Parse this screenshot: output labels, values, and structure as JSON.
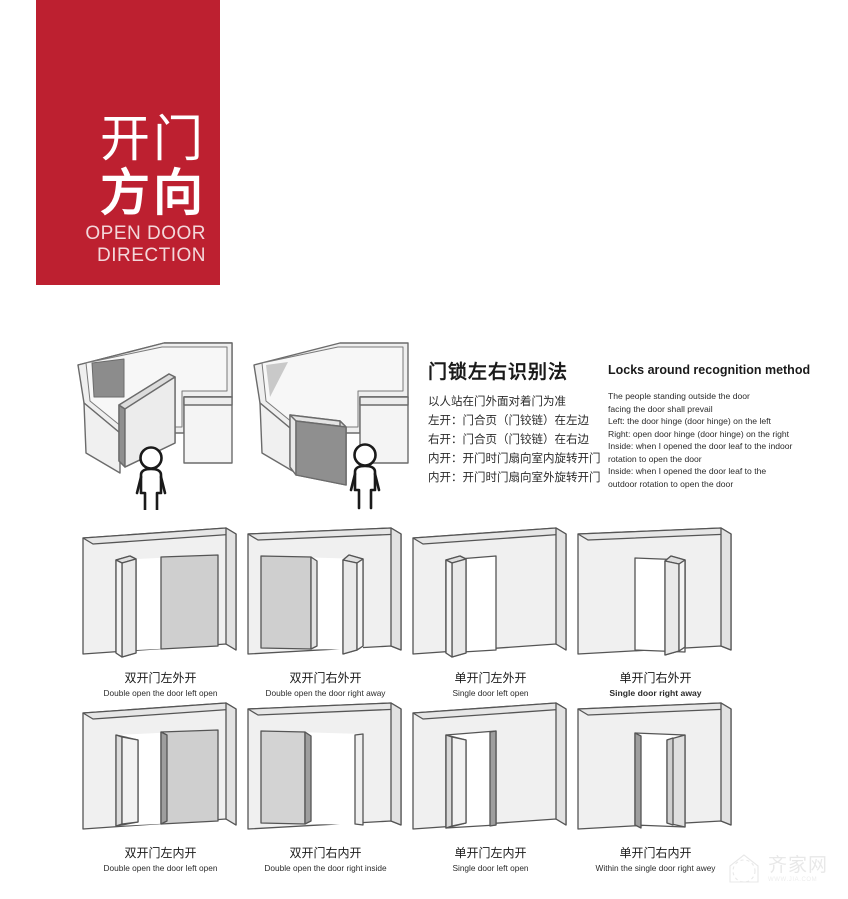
{
  "banner": {
    "title_cn_line1": "开门",
    "title_cn_line2": "方向",
    "title_en_line1": "OPEN DOOR",
    "title_en_line2": "DIRECTION",
    "background_color": "#bd2030",
    "text_color": "#ffffff"
  },
  "legend_cn": {
    "heading": "门锁左右识别法",
    "lines": [
      "以人站在门外面对着门为准",
      "左开：门合页（门铰链）在左边",
      "右开：门合页（门铰链）在右边",
      "内开：开门时门扇向室内旋转开门",
      "内开：开门时门扇向室外旋转开门"
    ]
  },
  "legend_en": {
    "heading": "Locks around  recognition method",
    "lines": [
      "The people standing outside the door",
      "facing the door shall prevail",
      "Left: the door hinge (door hinge) on the left",
      "Right: open door hinge (door hinge) on the right",
      "Inside: when I opened the door leaf to the indoor",
      "rotation to open the door",
      "Inside: when I opened the door leaf to the",
      "outdoor rotation to open the door"
    ]
  },
  "scenes": [
    {
      "name": "left-hinge-outward-scene",
      "alt": "room with door opening outward hinged on left, person standing outside"
    },
    {
      "name": "right-hinge-outward-scene",
      "alt": "room with door opening outward hinged on right, person standing outside"
    }
  ],
  "doors": {
    "row_outward": [
      {
        "cn": "双开门左外开",
        "en": "Double open the door left open",
        "bold": false
      },
      {
        "cn": "双开门右外开",
        "en": "Double open the door right away",
        "bold": false
      },
      {
        "cn": "单开门左外开",
        "en": "Single door left open",
        "bold": false
      },
      {
        "cn": "单开门右外开",
        "en": "Single door right away",
        "bold": true
      }
    ],
    "row_inward": [
      {
        "cn": "双开门左内开",
        "en": "Double open the door left open",
        "bold": false
      },
      {
        "cn": "双开门右内开",
        "en": "Double open the door right inside",
        "bold": false
      },
      {
        "cn": "单开门左内开",
        "en": "Single door left open",
        "bold": false
      },
      {
        "cn": "单开门右内开",
        "en": "Within the single door right awey",
        "bold": false
      }
    ]
  },
  "watermark": {
    "brand_cn": "齐家网",
    "url": "WWW.JIA.COM"
  },
  "colors": {
    "wall_front": "#efefef",
    "wall_edge": "#e2e2e2",
    "door_panel": "#d2d2d2",
    "door_face": "#e9e9e9",
    "door_edge": "#b9b9b9",
    "shadow": "#8e8e8e",
    "stroke": "#4d4d4d"
  }
}
